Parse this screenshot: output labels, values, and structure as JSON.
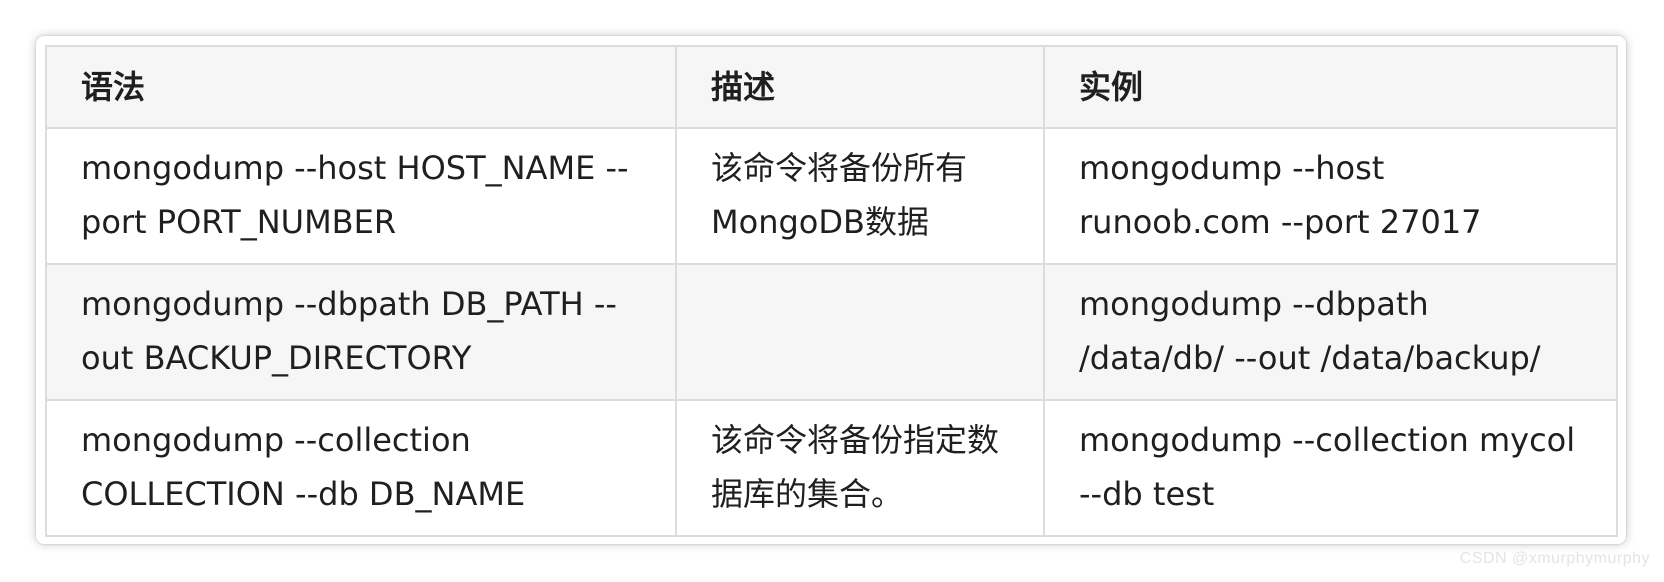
{
  "table": {
    "headers": [
      "语法",
      "描述",
      "实例"
    ],
    "rows": [
      {
        "syntax": "mongodump --host HOST_NAME --port PORT_NUMBER",
        "description": "该命令将备份所有MongoDB数据",
        "example": "mongodump --host runoob.com --port 27017"
      },
      {
        "syntax": "mongodump --dbpath DB_PATH --out BACKUP_DIRECTORY",
        "description": "",
        "example": "mongodump --dbpath /data/db/ --out /data/backup/"
      },
      {
        "syntax": "mongodump --collection COLLECTION --db DB_NAME",
        "description": "该命令将备份指定数据库的集合。",
        "example": "mongodump --collection mycol --db test"
      }
    ]
  },
  "watermark": "CSDN @xmurphymurphy",
  "colors": {
    "border": "#dcdcdc",
    "header_bg": "#f6f6f6",
    "stripe_bg": "#f6f6f6",
    "text": "#1f1f1f"
  }
}
